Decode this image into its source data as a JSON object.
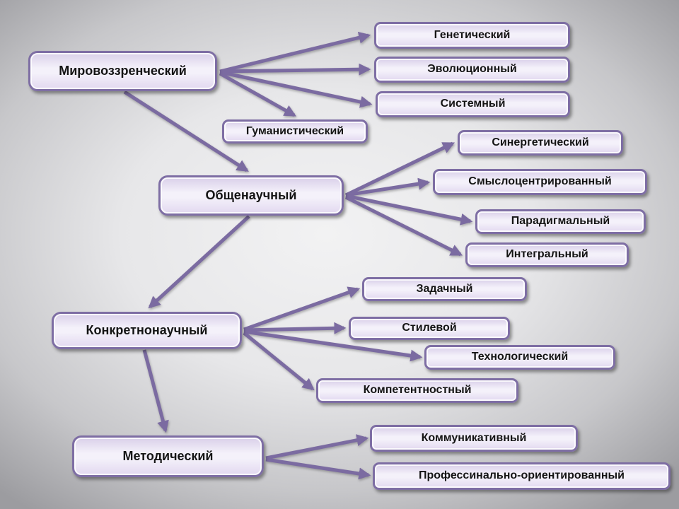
{
  "diagram": {
    "type": "hierarchy",
    "nodes": [
      {
        "id": "worldview",
        "label": "Мировоззренческий",
        "level": 1
      },
      {
        "id": "genetic",
        "label": "Генетический",
        "level": 2
      },
      {
        "id": "evolutionary",
        "label": "Эволюционный",
        "level": 2
      },
      {
        "id": "systemic",
        "label": "Системный",
        "level": 2
      },
      {
        "id": "humanistic",
        "label": "Гуманистический",
        "level": 2
      },
      {
        "id": "general-scientific",
        "label": "Общенаучный",
        "level": 1
      },
      {
        "id": "synergetic",
        "label": "Синергетический",
        "level": 2
      },
      {
        "id": "meaning-centered",
        "label": "Смыслоцентрированный",
        "level": 2
      },
      {
        "id": "paradigmatic",
        "label": "Парадигмальный",
        "level": 2
      },
      {
        "id": "integral",
        "label": "Интегральный",
        "level": 2
      },
      {
        "id": "concrete-scientific",
        "label": "Конкретнонаучный",
        "level": 1
      },
      {
        "id": "task-based",
        "label": "Задачный",
        "level": 2
      },
      {
        "id": "style",
        "label": "Стилевой",
        "level": 2
      },
      {
        "id": "technological",
        "label": "Технологический",
        "level": 2
      },
      {
        "id": "competency",
        "label": "Компетентностный",
        "level": 2
      },
      {
        "id": "methodical",
        "label": "Методический",
        "level": 1
      },
      {
        "id": "communicative",
        "label": "Коммуникативный",
        "level": 2
      },
      {
        "id": "professionally-oriented",
        "label": "Профессинально-ориентированный",
        "level": 2
      }
    ],
    "edges": [
      {
        "from": "worldview",
        "to": "genetic"
      },
      {
        "from": "worldview",
        "to": "evolutionary"
      },
      {
        "from": "worldview",
        "to": "systemic"
      },
      {
        "from": "worldview",
        "to": "humanistic"
      },
      {
        "from": "worldview",
        "to": "general-scientific"
      },
      {
        "from": "general-scientific",
        "to": "synergetic"
      },
      {
        "from": "general-scientific",
        "to": "meaning-centered"
      },
      {
        "from": "general-scientific",
        "to": "paradigmatic"
      },
      {
        "from": "general-scientific",
        "to": "integral"
      },
      {
        "from": "general-scientific",
        "to": "concrete-scientific"
      },
      {
        "from": "concrete-scientific",
        "to": "task-based"
      },
      {
        "from": "concrete-scientific",
        "to": "style"
      },
      {
        "from": "concrete-scientific",
        "to": "technological"
      },
      {
        "from": "concrete-scientific",
        "to": "competency"
      },
      {
        "from": "concrete-scientific",
        "to": "methodical"
      },
      {
        "from": "methodical",
        "to": "communicative"
      },
      {
        "from": "methodical",
        "to": "professionally-oriented"
      }
    ]
  },
  "colors": {
    "arrow": "#7b6ba1",
    "node_border": "#7e6ea4",
    "node_fill_top": "#d9cfe9",
    "node_fill_mid": "#f4f1fa",
    "node_fill_bottom": "#e2d8f0",
    "text": "#141414",
    "bg_center": "#f2f2f3",
    "bg_edge": "#9c9ca0"
  }
}
